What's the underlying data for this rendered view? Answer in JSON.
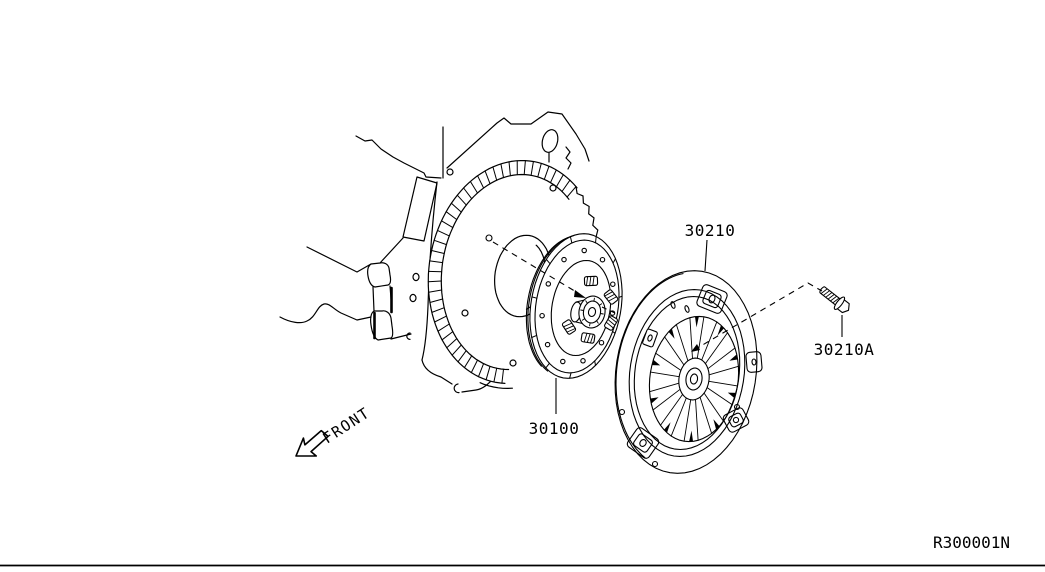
{
  "diagram": {
    "type": "parts-illustration",
    "description": "Clutch cover and disc exploded view with flywheel and transaxle housing",
    "parts": {
      "clutch_cover": {
        "label": "30210"
      },
      "clutch_disc": {
        "label": "30100"
      },
      "bolt": {
        "label": "30210A"
      }
    },
    "direction_label": "FRONT",
    "ref_code": "R300001N",
    "colors": {
      "line": "#000000",
      "background": "#ffffff"
    }
  }
}
